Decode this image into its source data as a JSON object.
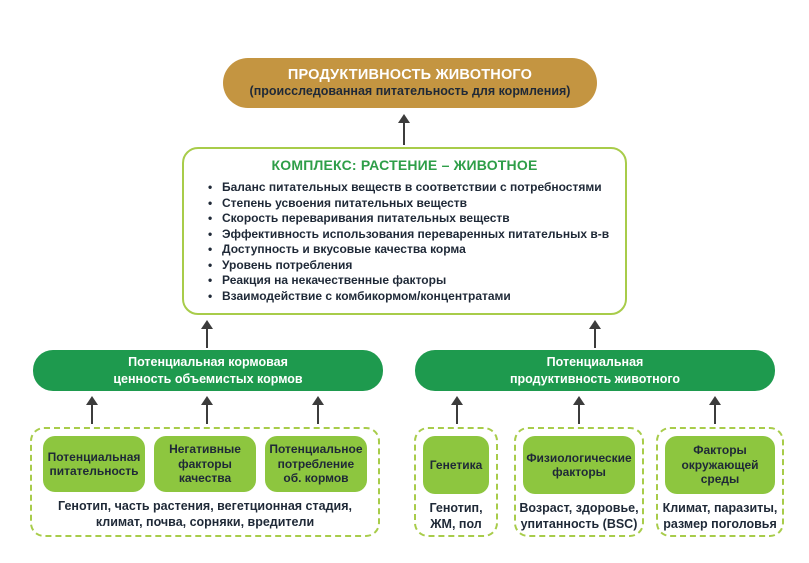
{
  "title_box": {
    "line1": "ПРОДУКТИВНОСТЬ ЖИВОТНОГО",
    "line2": "(происследованная питательность для кормления)"
  },
  "complex_box": {
    "title": "КОМПЛЕКС: РАСТЕНИЕ – ЖИВОТНОЕ",
    "items": [
      "Баланс питательных веществ в соответствии с потребностями",
      "Степень усвоения питательных веществ",
      "Скорость переваривания питательных веществ",
      "Эффективность использования переваренных питательных в-в",
      "Доступность и вкусовые качества корма",
      "Уровень потребления",
      "Реакция на некачественные факторы",
      "Взаимодействие с комбикормом/концентратами"
    ]
  },
  "branch_left": {
    "header": "Потенциальная кормовая\nценность объемистых кормов",
    "factors": [
      "Потенциальная\nпитательность",
      "Негативные\nфакторы\nкачества",
      "Потенциальное\nпотребление\nоб. кормов"
    ],
    "caption": "Генотип, часть растения, вегетционная стадия,\nклимат, почва, сорняки, вредители"
  },
  "branch_right": {
    "header": "Потенциальная\nпродуктивность животного",
    "groups": [
      {
        "factor": "Генетика",
        "caption": "Генотип,\nЖМ, пол"
      },
      {
        "factor": "Физиологические\nфакторы",
        "caption": "Возраст, здоровье,\nупитанность (BSC)"
      },
      {
        "factor": "Факторы\nокружающей\nсреды",
        "caption": "Климат, паразиты,\nразмер поголовья"
      }
    ]
  },
  "colors": {
    "gold": "#C49541",
    "green": "#1E9A4E",
    "light_green": "#8DC63F",
    "lime_border": "#A8CC4A",
    "dark_text": "#1F2937",
    "green_title": "#2E9E48",
    "arrow": "#3C3C3C"
  }
}
